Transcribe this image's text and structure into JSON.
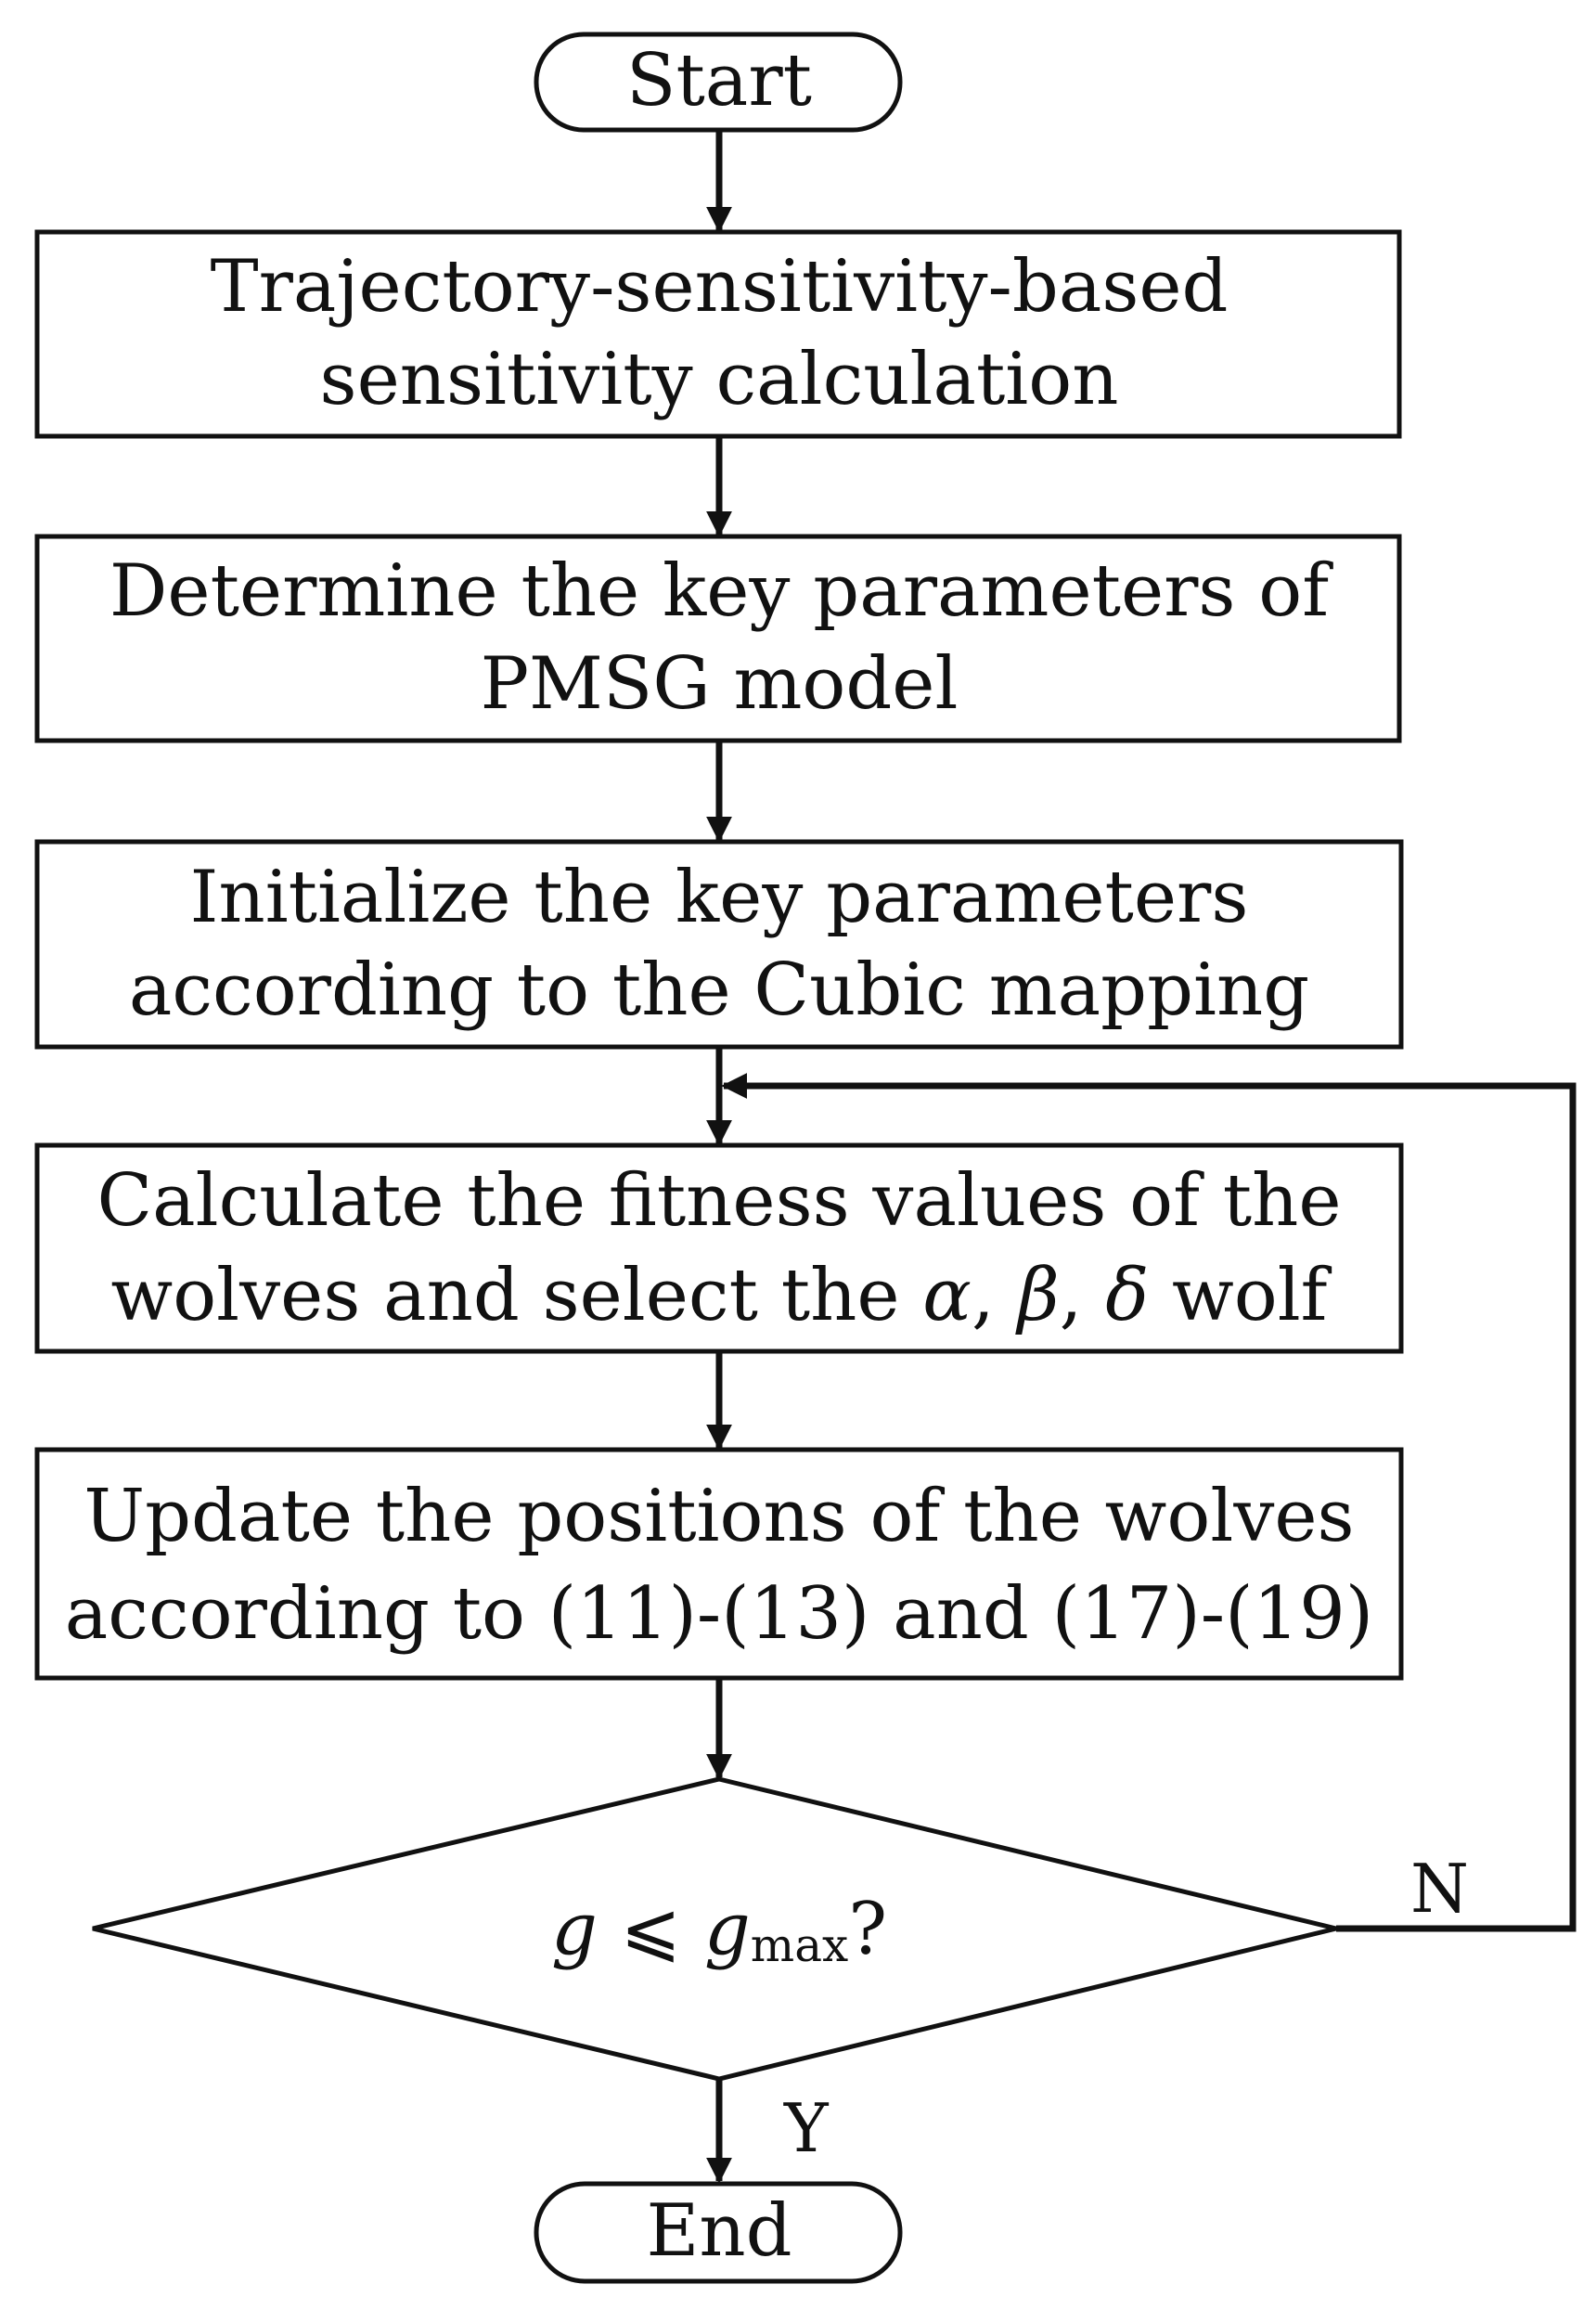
{
  "nodes": {
    "start": {
      "label": "Start"
    },
    "step1": {
      "line1": "Trajectory-sensitivity-based",
      "line2": "sensitivity calculation"
    },
    "step2": {
      "line1": "Determine the key parameters of",
      "line2": "PMSG model"
    },
    "step3": {
      "line1": "Initialize the key parameters",
      "line2": "according to the Cubic mapping"
    },
    "step4": {
      "line1": "Calculate the fitness values of the",
      "line2_prefix": "wolves and select the ",
      "alpha": "α",
      "sep1": ", ",
      "beta": "β",
      "sep2": ", ",
      "delta": "δ",
      "line2_suffix": " wolf"
    },
    "step5": {
      "line1": "Update the positions of the wolves",
      "line2": "according to (11)-(13) and (17)-(19)"
    },
    "decision": {
      "var": "g",
      "op": " ⩽ ",
      "var2": "g",
      "sub": "max",
      "q": "?"
    },
    "end": {
      "label": "End"
    }
  },
  "edges": {
    "no_label": "N",
    "yes_label": "Y"
  },
  "colors": {
    "stroke": "#111111",
    "background": "#ffffff"
  }
}
